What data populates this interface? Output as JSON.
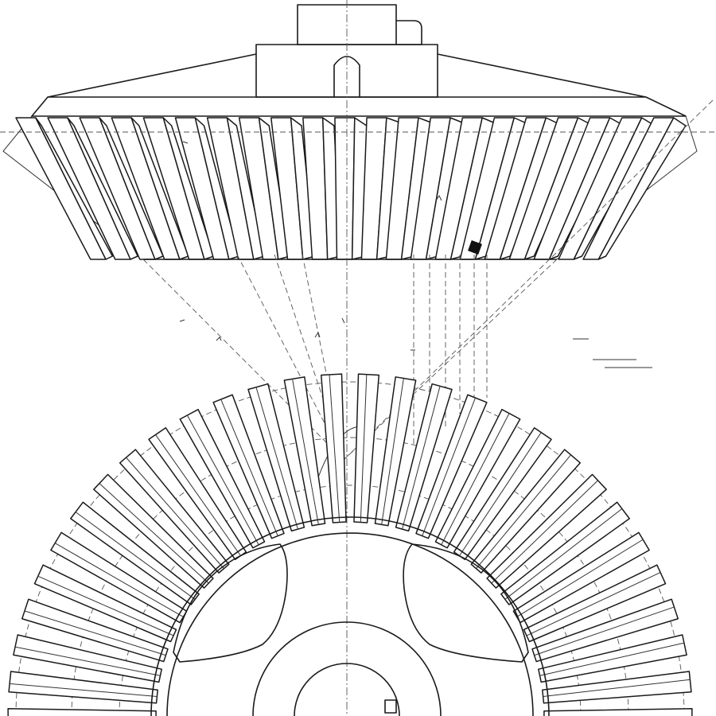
{
  "drawing": {
    "colors": {
      "ink": "#1a1a1a",
      "paper": "#ffffff",
      "construction": "#555555"
    },
    "upper_gear": {
      "teeth": 21,
      "view": "elevation"
    },
    "lower_gear": {
      "teeth": 30,
      "view": "plan",
      "spokes": 3
    }
  }
}
